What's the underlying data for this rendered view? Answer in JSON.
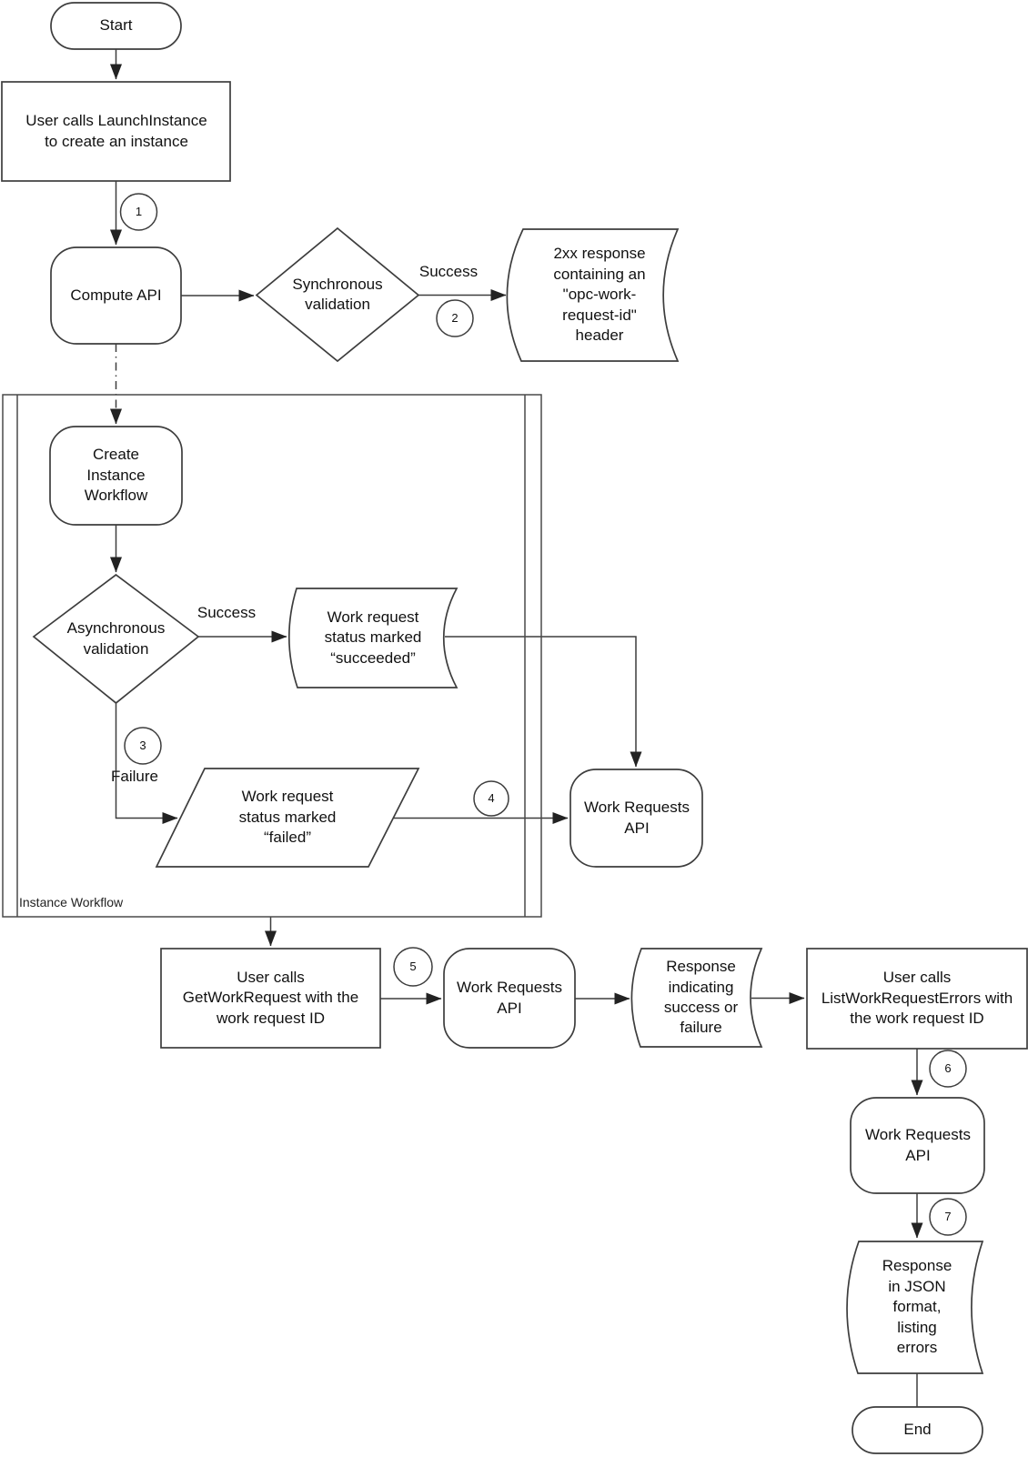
{
  "diagram": {
    "kind": "flowchart",
    "colors": {
      "stroke": "#3d3d3d",
      "shape_fill": "#ffffff",
      "text": "#111111"
    }
  },
  "nodes": {
    "start": {
      "label": "Start"
    },
    "launch": {
      "label": "User calls LaunchInstance to create an instance"
    },
    "compute_api": {
      "label": "Compute API"
    },
    "sync_validation": {
      "label": "Synchronous validation"
    },
    "response_2xx": {
      "label": "2xx response containing an \"opc-work-request-id\" header"
    },
    "container": {
      "label": "Instance Workflow"
    },
    "create_workflow": {
      "label": "Create Instance Workflow"
    },
    "async_validation": {
      "label": "Asynchronous validation"
    },
    "succeeded": {
      "label": "Work request status marked “succeeded”"
    },
    "failed": {
      "label": "Work request status marked “failed”"
    },
    "work_requests_api_1": {
      "label": "Work Requests API"
    },
    "get_work_request": {
      "label": "User calls GetWorkRequest with the work request ID"
    },
    "work_requests_api_2": {
      "label": "Work Requests API"
    },
    "response_status": {
      "label": "Response indicating success or failure"
    },
    "list_work_request_errors": {
      "label": "User calls ListWorkRequestErrors with the work request ID"
    },
    "work_requests_api_3": {
      "label": "Work Requests API"
    },
    "response_json": {
      "label": "Response in JSON format, listing errors"
    },
    "end": {
      "label": "End"
    }
  },
  "edge_labels": {
    "success_sync": "Success",
    "success_async": "Success",
    "failure": "Failure"
  },
  "steps": [
    "1",
    "2",
    "3",
    "4",
    "5",
    "6",
    "7"
  ]
}
